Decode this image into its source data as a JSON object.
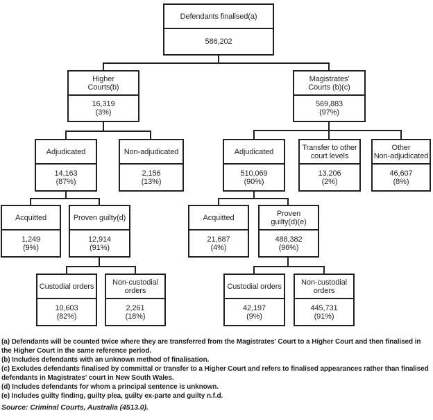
{
  "diagram": {
    "nodes": {
      "root": {
        "label": "Defendants finalised(a)",
        "value": "586,202"
      },
      "higher_courts": {
        "label": "Higher\nCourts(b)",
        "value": "16,319\n(3%)"
      },
      "magistrates_courts": {
        "label": "Magistrates'\nCourts (b)(c)",
        "value": "569,883\n(97%)"
      },
      "hc_adjudicated": {
        "label": "Adjudicated",
        "value": "14,163\n(87%)"
      },
      "hc_non_adjudicated": {
        "label": "Non-adjudicated",
        "value": "2,156\n(13%)"
      },
      "mc_adjudicated": {
        "label": "Adjudicated",
        "value": "510,069\n(90%)"
      },
      "mc_transfer": {
        "label": "Transfer to other\ncourt levels",
        "value": "13,206\n(2%)"
      },
      "mc_other_non_adjudicated": {
        "label": "Other\nNon-adjudicated",
        "value": "46,607\n(8%)"
      },
      "hc_acquitted": {
        "label": "Acquitted",
        "value": "1,249\n(9%)"
      },
      "hc_proven_guilty": {
        "label": "Proven guilty(d)",
        "value": "12,914\n(91%)"
      },
      "mc_acquitted": {
        "label": "Acquitted",
        "value": "21,687\n(4%)"
      },
      "mc_proven_guilty": {
        "label": "Proven\nguilty(d)(e)",
        "value": "488,382\n(96%)"
      },
      "hc_custodial": {
        "label": "Custodial orders",
        "value": "10,603\n(82%)"
      },
      "hc_non_custodial": {
        "label": "Non-custodial\norders",
        "value": "2,261\n(18%)"
      },
      "mc_custodial": {
        "label": "Custodial orders",
        "value": "42,197\n(9%)"
      },
      "mc_non_custodial": {
        "label": "Non-custodial\norders",
        "value": "445,731\n(91%)"
      }
    },
    "footnotes": [
      "(a) Defendants will be counted twice where they are transferred from the Magistrates' Court to a Higher Court and then finalised in the Higher Court in the same reference period.",
      "(b) Includes defendants with an unknown method of finalisation.",
      "(c) Excludes defendants finalised by committal or transfer to a Higher Court and refers to finalised appearances rather than finalised defendants in Magistrates' court in New South Wales.",
      "(d) Includes defendants for whom a principal sentence is unknown.",
      "(e) Includes guilty finding, guilty plea, guilty ex-parte and guilty n.f.d."
    ],
    "source": "Source: Criminal Courts, Australia (4513.0).",
    "colors": {
      "line": "#231f20",
      "background": "#ffffff",
      "text": "#231f20"
    }
  }
}
